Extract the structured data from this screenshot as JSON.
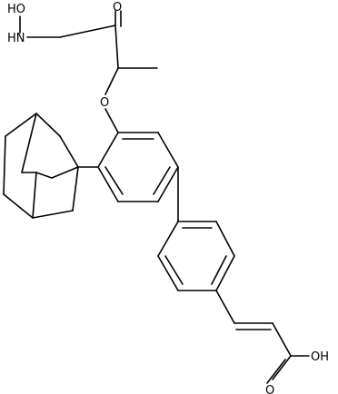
{
  "molecule": {
    "atom_labels": {
      "hydroxylamine_oh": "HO",
      "amide_nh": "HN",
      "amide_o": "O",
      "ether_o": "O",
      "acid_o": "O",
      "acid_oh": "OH"
    }
  }
}
